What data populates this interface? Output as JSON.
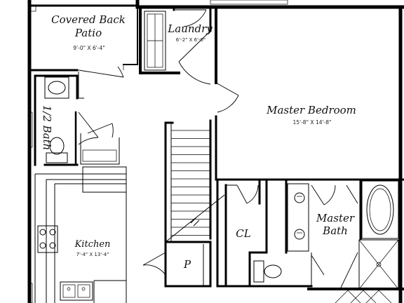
{
  "rooms": {
    "covered_patio": {
      "title_line1": "Covered Back",
      "title_line2": "Patio",
      "dims": "9'-0\" X 6'-4\""
    },
    "laundry": {
      "title": "Laundry",
      "dims": "6'-2\" X 6'-0\""
    },
    "master_bedroom": {
      "title": "Master Bedroom",
      "dims": "15'-8\" X 14'-8\""
    },
    "half_bath": {
      "title": "1/2 Bath"
    },
    "kitchen": {
      "title": "Kitchen",
      "dims": "7'-4\" X 13'-4\""
    },
    "closet": {
      "title": "CL"
    },
    "master_bath": {
      "title_line1": "Master",
      "title_line2": "Bath"
    },
    "pantry": {
      "title": "P"
    }
  }
}
